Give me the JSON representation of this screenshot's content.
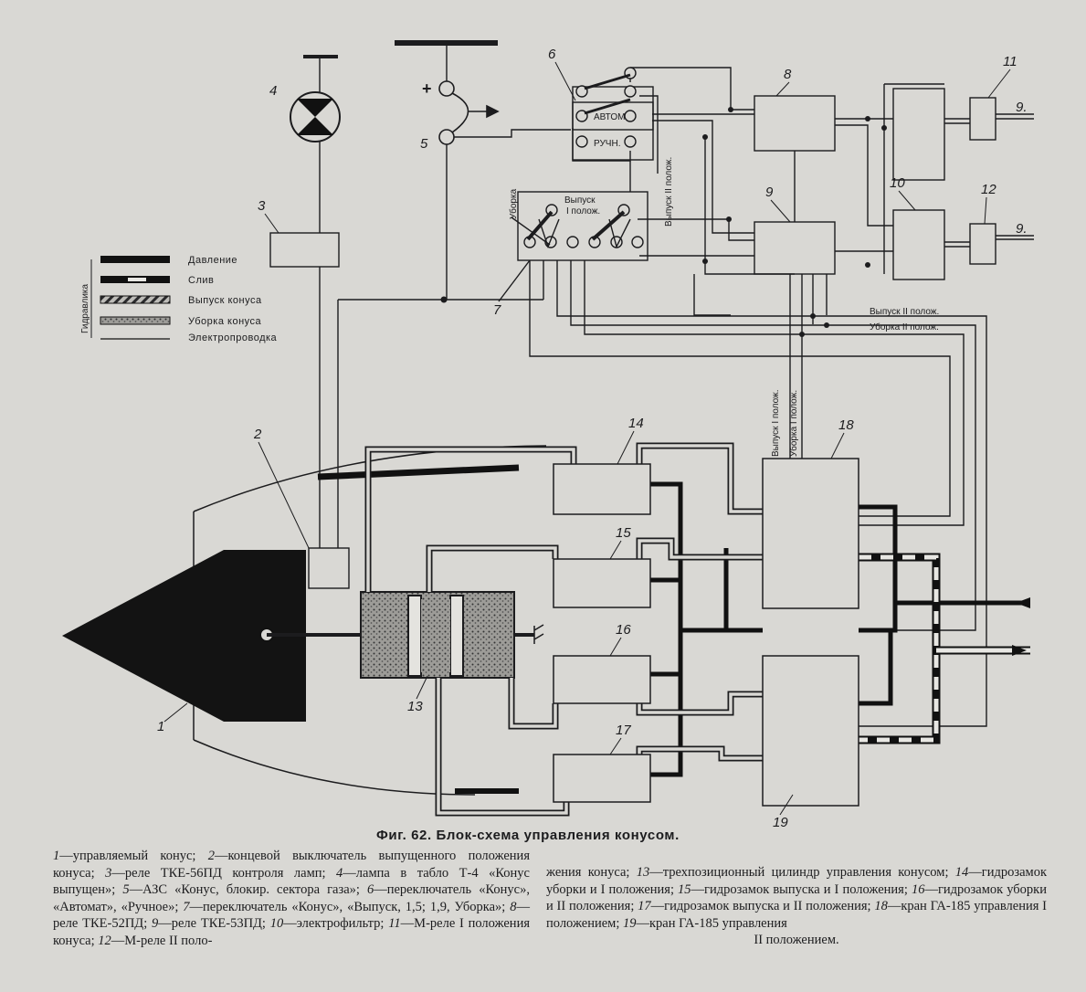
{
  "figure": {
    "caption": "Фиг. 62. Блок-схема управления конусом.",
    "legend": {
      "group_label": "Гидравлика",
      "items": [
        {
          "label": "Давление",
          "style": "pressure"
        },
        {
          "label": "Слив",
          "style": "drain"
        },
        {
          "label": "Выпуск конуса",
          "style": "extend"
        },
        {
          "label": "Уборка конуса",
          "style": "retract"
        },
        {
          "label": "Электропроводка",
          "style": "wire"
        }
      ]
    },
    "numbers": [
      "1",
      "2",
      "3",
      "4",
      "5",
      "6",
      "7",
      "8",
      "9",
      "10",
      "11",
      "12",
      "13",
      "14",
      "15",
      "16",
      "17",
      "18",
      "19"
    ],
    "switch_labels": {
      "avtom": "АВТОМ",
      "ruchn": "РУЧН.",
      "vypusk1": "Выпуск",
      "vypusk1b": "I полож.",
      "uborka": "Уборка",
      "vypusk2": "Выпуск II полож."
    },
    "wire_labels": {
      "vyp2": "Выпуск II полож.",
      "ub2": "Уборка II полож.",
      "vyp1": "Выпуск I полож.",
      "ub1": "Уборка I полож."
    },
    "plus": "+",
    "power_mark": "9."
  },
  "description": {
    "left": [
      {
        "n": "1",
        "t": "—управляемый конус; "
      },
      {
        "n": "2",
        "t": "—концевой выключатель выпущенного положения конуса; "
      },
      {
        "n": "3",
        "t": "—реле ТКЕ-56ПД контроля ламп; "
      },
      {
        "n": "4",
        "t": "—лампа в табло Т-4 «Конус выпущен»; "
      },
      {
        "n": "5",
        "t": "—АЗС «Конус, блокир. сектора газа»; "
      },
      {
        "n": "6",
        "t": "—переключатель «Конус», «Автомат», «Ручное»; "
      },
      {
        "n": "7",
        "t": "—переключатель «Конус», «Выпуск, 1,5; 1,9, Уборка»; "
      },
      {
        "n": "8",
        "t": "—реле ТКЕ-52ПД; "
      },
      {
        "n": "9",
        "t": "—реле ТКЕ-53ПД; "
      },
      {
        "n": "10",
        "t": "—электрофильтр; "
      },
      {
        "n": "11",
        "t": "—М-реле I положения конуса; "
      },
      {
        "n": "12",
        "t": "—М-реле II поло-"
      }
    ],
    "right": [
      {
        "n": "",
        "t": "жения конуса; "
      },
      {
        "n": "13",
        "t": "—трехпозиционный цилиндр управления конусом; "
      },
      {
        "n": "14",
        "t": "—гидрозамок уборки и I положения; "
      },
      {
        "n": "15",
        "t": "—гидрозамок выпуска и I положения; "
      },
      {
        "n": "16",
        "t": "—гидрозамок уборки и II положения; "
      },
      {
        "n": "17",
        "t": "—гидрозамок выпуска и II положения; "
      },
      {
        "n": "18",
        "t": "—кран ГА-185 управления I положением; "
      },
      {
        "n": "19",
        "t": "—кран ГА-185 управления"
      }
    ],
    "right_tail": "II положением."
  }
}
